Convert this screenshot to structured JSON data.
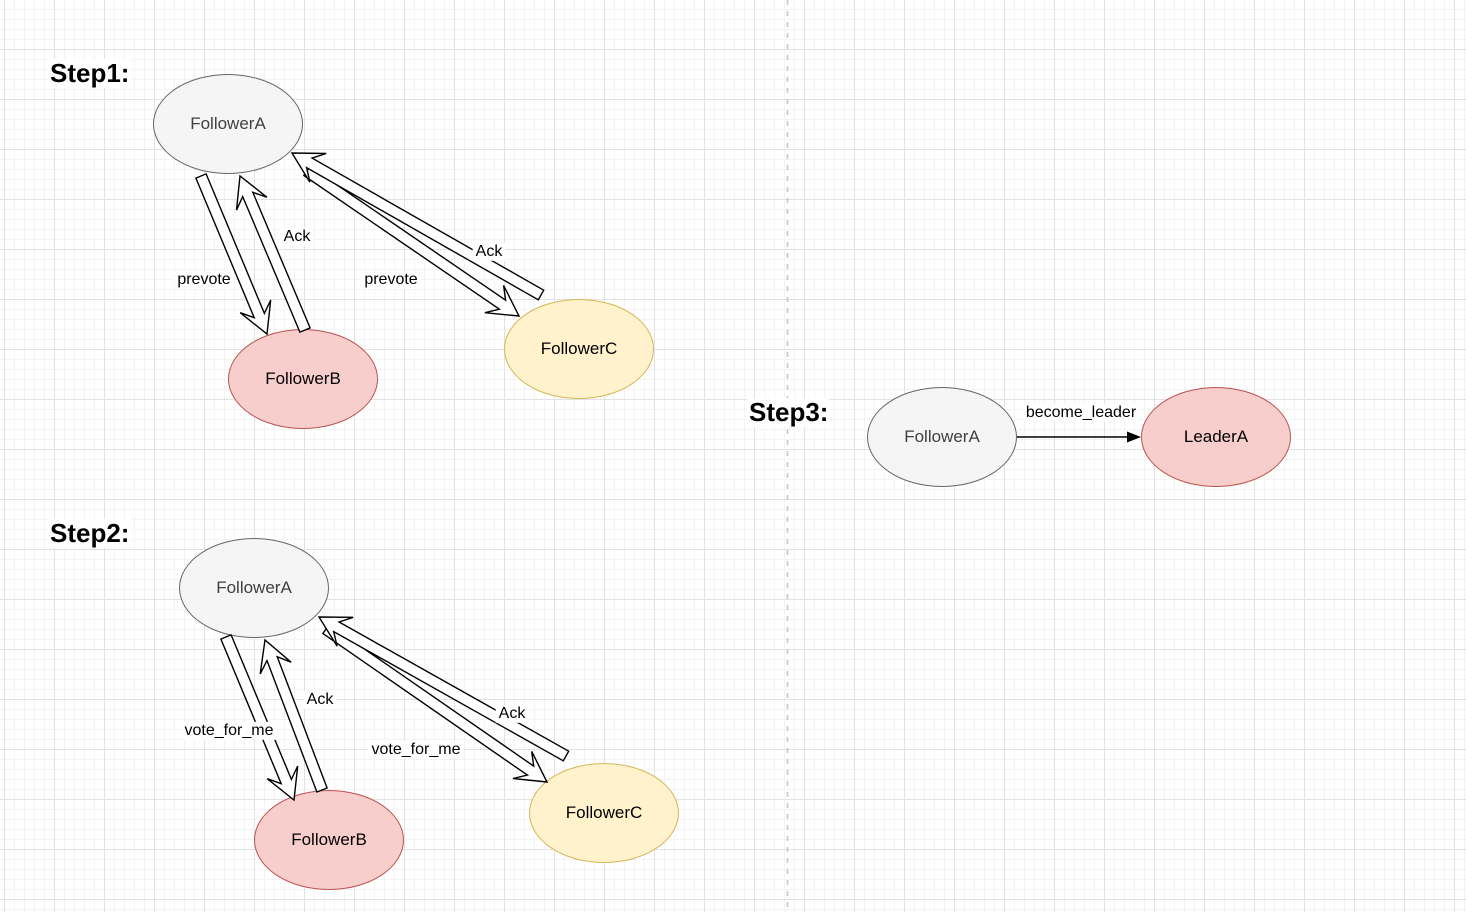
{
  "steps": [
    {
      "title": "Step1:",
      "nodes": [
        {
          "label": "FollowerA"
        },
        {
          "label": "FollowerB"
        },
        {
          "label": "FollowerC"
        }
      ],
      "edges": [
        {
          "label": "prevote",
          "from": "FollowerA",
          "to": "FollowerB"
        },
        {
          "label": "Ack",
          "from": "FollowerB",
          "to": "FollowerA"
        },
        {
          "label": "prevote",
          "from": "FollowerA",
          "to": "FollowerC"
        },
        {
          "label": "Ack",
          "from": "FollowerC",
          "to": "FollowerA"
        }
      ]
    },
    {
      "title": "Step2:",
      "nodes": [
        {
          "label": "FollowerA"
        },
        {
          "label": "FollowerB"
        },
        {
          "label": "FollowerC"
        }
      ],
      "edges": [
        {
          "label": "vote_for_me",
          "from": "FollowerA",
          "to": "FollowerB"
        },
        {
          "label": "Ack",
          "from": "FollowerB",
          "to": "FollowerA"
        },
        {
          "label": "vote_for_me",
          "from": "FollowerA",
          "to": "FollowerC"
        },
        {
          "label": "Ack",
          "from": "FollowerC",
          "to": "FollowerA"
        }
      ]
    },
    {
      "title": "Step3:",
      "nodes": [
        {
          "label": "FollowerA"
        },
        {
          "label": "LeaderA"
        }
      ],
      "edges": [
        {
          "label": "become_leader",
          "from": "FollowerA",
          "to": "LeaderA"
        }
      ]
    }
  ],
  "colors": {
    "node_gray_fill": "#f5f5f5",
    "node_gray_stroke": "#666666",
    "node_gray_text": "#404040",
    "node_red_fill": "#f8cecc",
    "node_red_stroke": "#b85450",
    "node_yellow_fill": "#fff2cc",
    "node_yellow_stroke": "#d6b656",
    "arrow_stroke": "#000000",
    "arrow_fill": "#ffffff",
    "grid_minor": "#f3f3f3",
    "grid_major": "#e2e2e2",
    "page_divider": "#c5c5c5"
  }
}
